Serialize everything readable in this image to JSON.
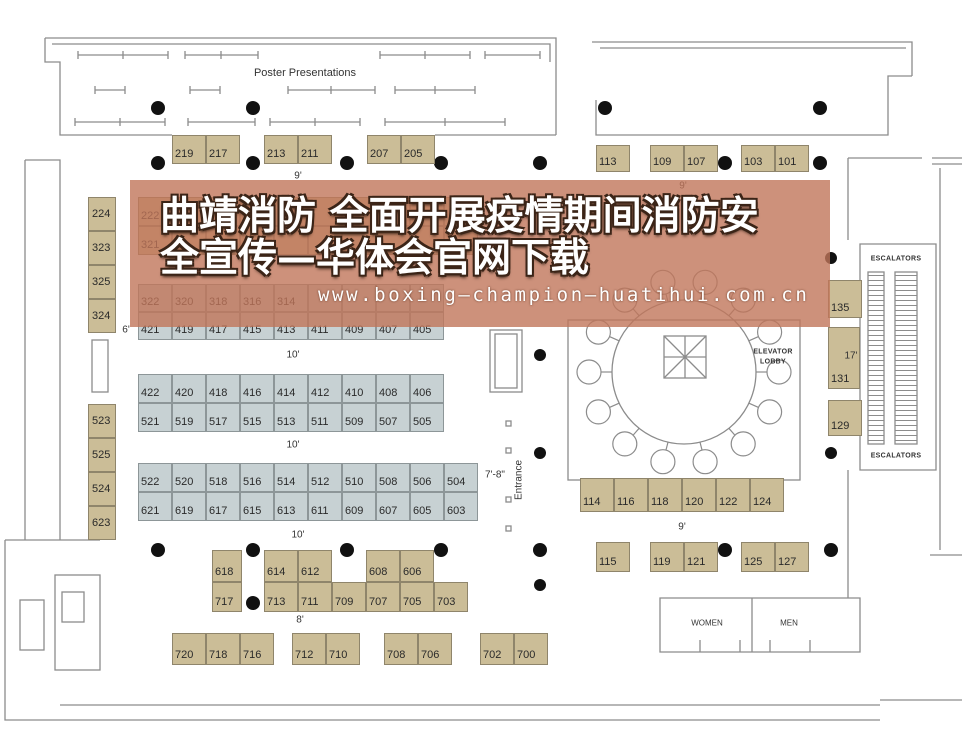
{
  "banner": {
    "line1": "曲靖消防 全面开展疫情期间消防安",
    "line2": "全宣传—华体会官网下载",
    "url": "www.boxing—champion—huatihui.com.cn"
  },
  "labels": {
    "poster_presentations": "Poster Presentations",
    "elevator": "ELEVATOR",
    "lobby": "LOBBY",
    "escalators_upper": "ESCALATORS",
    "escalators_lower": "ESCALATORS",
    "entrance": "Entrance",
    "women": "WOMEN",
    "men": "MEN"
  },
  "dimensions": {
    "aisle_top_left": "9'",
    "aisle_top_right": "9'",
    "aisle_left": "6'",
    "aisle_400_rows": "10'",
    "aisle_500_rows": "10'",
    "entrance_width": "7'-8\"",
    "aisle_600_rows": "10'",
    "aisle_700_rows": "8'",
    "aisle_bottom_right": "9'",
    "escalator_side": "17'"
  },
  "booths": {
    "top_a": [
      "219",
      "217"
    ],
    "top_b": [
      "213",
      "211"
    ],
    "top_c": [
      "207",
      "205"
    ],
    "left_upper": [
      "224",
      "323",
      "325",
      "324"
    ],
    "row_222": [
      "222"
    ],
    "row_321": [
      "321"
    ],
    "row_322": [
      "322",
      "320",
      "318",
      "316",
      "314"
    ],
    "row_421": [
      "421",
      "419",
      "417",
      "415",
      "413",
      "411",
      "409",
      "407",
      "405"
    ],
    "row_422": [
      "422",
      "420",
      "418",
      "416",
      "414",
      "412",
      "410",
      "408",
      "406"
    ],
    "row_521": [
      "521",
      "519",
      "517",
      "515",
      "513",
      "511",
      "509",
      "507",
      "505"
    ],
    "row_522": [
      "522",
      "520",
      "518",
      "516",
      "514",
      "512",
      "510",
      "508",
      "506",
      "504"
    ],
    "row_621": [
      "621",
      "619",
      "617",
      "615",
      "613",
      "611",
      "609",
      "607",
      "605",
      "603"
    ],
    "left_lower": [
      "523",
      "525",
      "524",
      "623"
    ],
    "b618": [
      "618"
    ],
    "b717": [
      "717"
    ],
    "b614": [
      "614",
      "612"
    ],
    "b713": [
      "713",
      "711",
      "709"
    ],
    "b608": [
      "608",
      "606"
    ],
    "b707": [
      "707",
      "705",
      "703"
    ],
    "bottom_a": [
      "720",
      "718",
      "716"
    ],
    "bottom_b": [
      "712",
      "710"
    ],
    "bottom_c": [
      "708",
      "706"
    ],
    "bottom_d": [
      "702",
      "700"
    ],
    "right_top_a": [
      "113"
    ],
    "right_top_b": [
      "109",
      "107"
    ],
    "right_top_c": [
      "103",
      "101"
    ],
    "right_135": [
      "135"
    ],
    "right_131": [
      "131"
    ],
    "right_129": [
      "129"
    ],
    "row_114": [
      "114",
      "116",
      "118",
      "120",
      "122",
      "124"
    ],
    "right_bottom_a": [
      "115"
    ],
    "right_bottom_b": [
      "119",
      "121"
    ],
    "right_bottom_c": [
      "125",
      "127"
    ]
  },
  "colors": {
    "booth_tan": "#cbbd97",
    "booth_gray": "#c7d1d3",
    "walls": "#8c8c8c",
    "column": "#111111"
  }
}
